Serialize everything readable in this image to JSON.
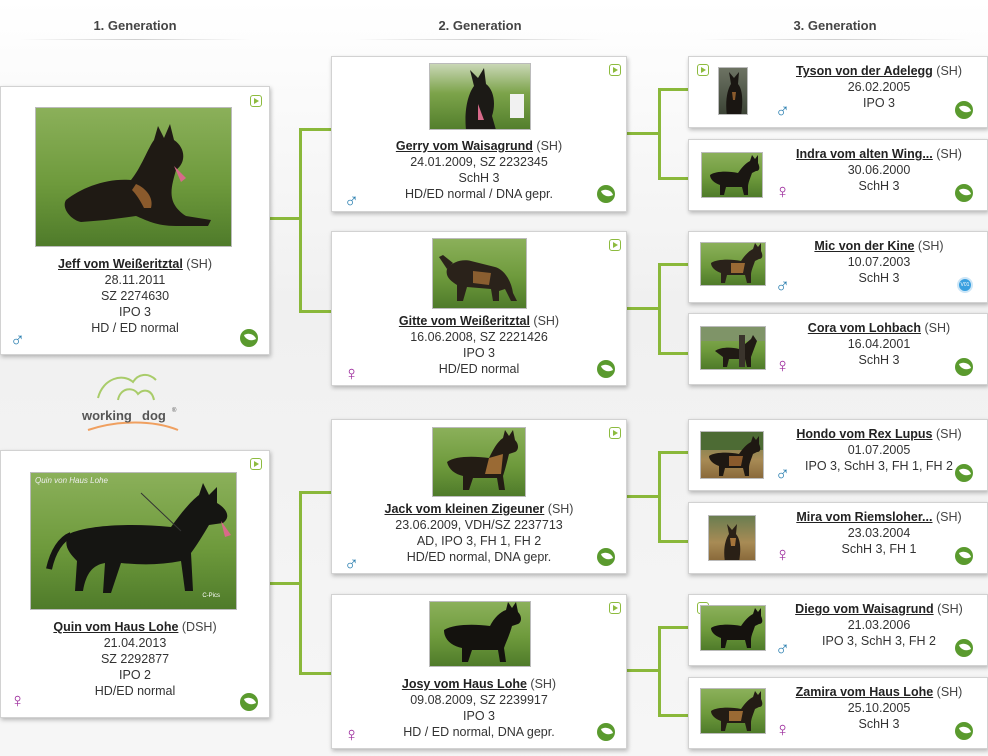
{
  "headers": [
    "1. Generation",
    "2. Generation",
    "3. Generation"
  ],
  "logo": {
    "text1": "working",
    "text2": "dog",
    "mark": "®"
  },
  "gen1": [
    {
      "name": "Jeff vom Weißeritztal",
      "breed": "(SH)",
      "lines": [
        "28.11.2011",
        "SZ 2274630",
        "IPO 3",
        "HD / ED normal"
      ],
      "sex": "♂"
    },
    {
      "name": "Quin vom Haus Lohe",
      "breed": "(DSH)",
      "lines": [
        "21.04.2013",
        "SZ 2292877",
        "IPO 2",
        "HD/ED normal"
      ],
      "sex": "♀",
      "photo_caption": "Quin von Haus Lohe",
      "photo_credit": "C-Pics"
    }
  ],
  "gen2": [
    {
      "name": "Gerry vom Waisagrund",
      "breed": "(SH)",
      "lines": [
        "24.01.2009, SZ 2232345",
        "SchH 3",
        "HD/ED normal / DNA gepr."
      ],
      "sex": "♂"
    },
    {
      "name": "Gitte vom Weißeritztal",
      "breed": "(SH)",
      "lines": [
        "16.06.2008, SZ 2221426",
        "IPO 3",
        "HD/ED normal"
      ],
      "sex": "♀"
    },
    {
      "name": "Jack vom kleinen Zigeuner",
      "breed": "(SH)",
      "lines": [
        "23.06.2009, VDH/SZ 2237713",
        "AD, IPO 3, FH 1, FH 2",
        "HD/ED normal, DNA gepr."
      ],
      "sex": "♂"
    },
    {
      "name": "Josy vom Haus Lohe",
      "breed": "(SH)",
      "lines": [
        "09.08.2009, SZ 2239917",
        "IPO 3",
        "HD / ED normal, DNA gepr."
      ],
      "sex": "♀"
    }
  ],
  "gen3": [
    {
      "name": "Tyson von der Adelegg",
      "breed": "(SH)",
      "lines": [
        "26.02.2005",
        "IPO 3"
      ],
      "sex": "♂"
    },
    {
      "name": "Indra vom alten Wing...",
      "breed": "(SH)",
      "lines": [
        "30.06.2000",
        "SchH 3"
      ],
      "sex": "♀"
    },
    {
      "name": "Mic von der Kine",
      "breed": "(SH)",
      "lines": [
        "10.07.2003",
        "SchH 3"
      ],
      "sex": "♂",
      "badge": "V01"
    },
    {
      "name": "Cora vom Lohbach",
      "breed": "(SH)",
      "lines": [
        "16.04.2001",
        "SchH 3"
      ],
      "sex": "♀"
    },
    {
      "name": "Hondo vom Rex Lupus",
      "breed": "(SH)",
      "lines": [
        "01.07.2005",
        "IPO 3, SchH 3, FH 1, FH 2"
      ],
      "sex": "♂"
    },
    {
      "name": "Mira vom Riemsloher...",
      "breed": "(SH)",
      "lines": [
        "23.03.2004",
        "SchH 3, FH 1"
      ],
      "sex": "♀"
    },
    {
      "name": "Diego vom Waisagrund",
      "breed": "(SH)",
      "lines": [
        "21.03.2006",
        "IPO 3, SchH 3, FH 2"
      ],
      "sex": "♂"
    },
    {
      "name": "Zamira vom Haus Lohe",
      "breed": "(SH)",
      "lines": [
        "25.10.2005",
        "SchH 3"
      ],
      "sex": "♀"
    }
  ],
  "colors": {
    "connector": "#8ab83a",
    "male": "#2a7fb0",
    "female": "#9c2a9c",
    "play": "#8dbb3f",
    "leaf": "#5a9a2e"
  },
  "icons": {
    "play": "play-icon",
    "male": "male-icon",
    "female": "female-icon",
    "leaf": "leaf-link-icon"
  }
}
